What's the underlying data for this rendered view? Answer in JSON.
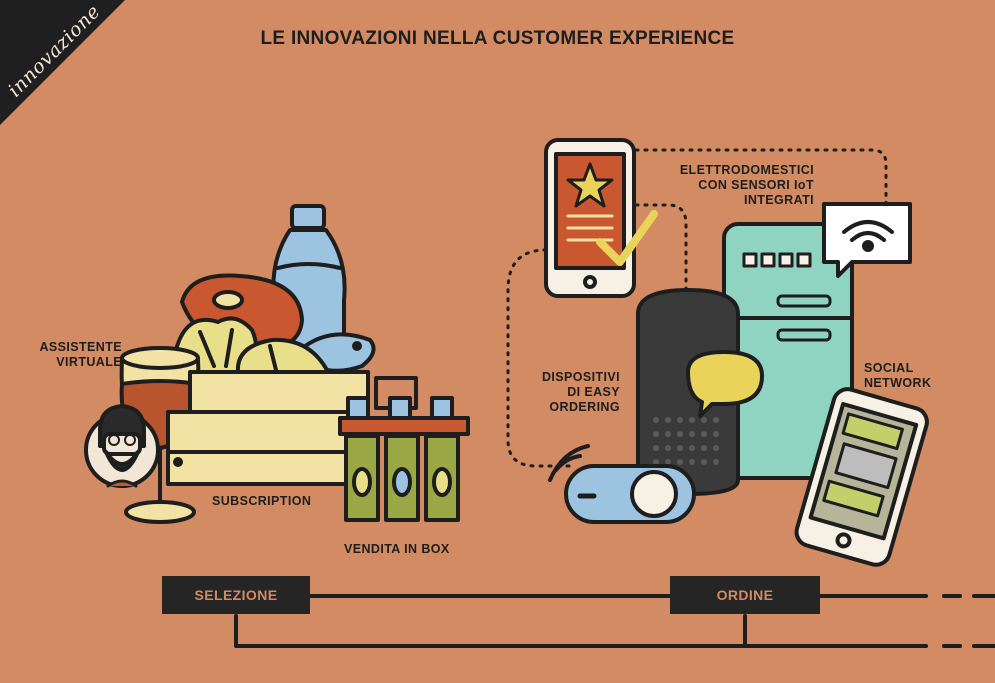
{
  "corner_tag": "innovazione",
  "title": "LE INNOVAZIONI NELLA CUSTOMER EXPERIENCE",
  "labels": {
    "assistente": "ASSISTENTE\nVIRTUALE",
    "subscription": "SUBSCRIPTION",
    "vendita": "VENDITA IN BOX",
    "elettrodomestici": "ELETTRODOMESTICI\nCON SENSORI IoT\nINTEGRATI",
    "dispositivi": "DISPOSITIVI\nDI EASY\nORDERING",
    "social": "SOCIAL\nNETWORK"
  },
  "stages": {
    "selezione": "SELEZIONE",
    "ordine": "ORDINE"
  },
  "colors": {
    "background": "#d28b63",
    "dark": "#252525",
    "fridge": "#8fd3c1",
    "crate": "#f2e3a4",
    "bottle_green": "#9aa845",
    "water": "#9cc3e0",
    "screen_orange": "#c9572f"
  }
}
